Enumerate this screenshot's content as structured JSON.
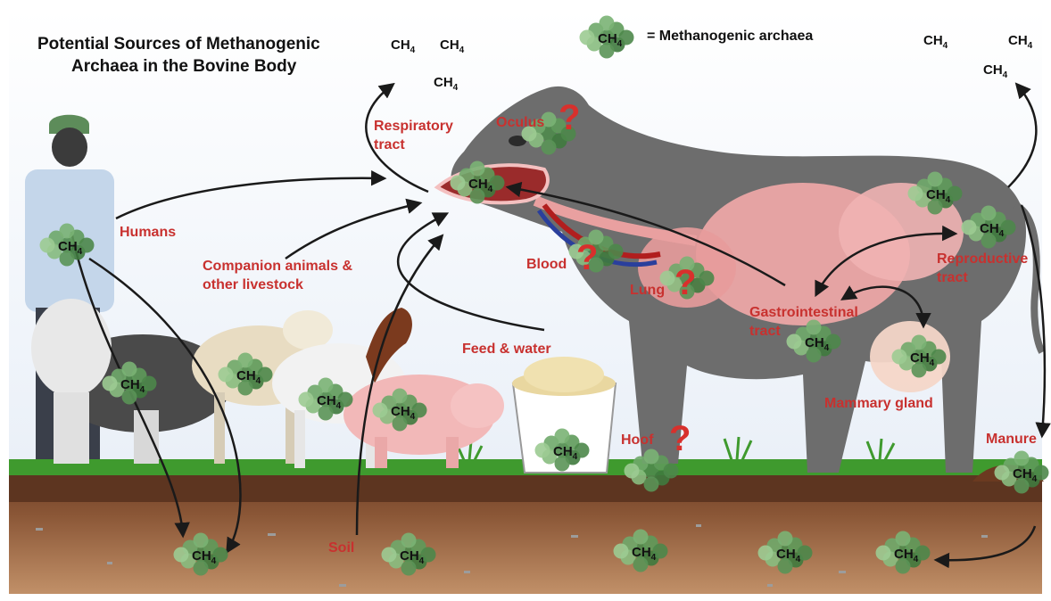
{
  "title_line1": "Potential Sources of Methanogenic",
  "title_line2": "Archaea in the Bovine Body",
  "legend": {
    "text": "= Methanogenic archaea",
    "cluster_ch4": "CH",
    "cluster_sub": "4"
  },
  "methane": {
    "main": "CH",
    "sub": "4"
  },
  "labels": {
    "respiratory1": "Respiratory",
    "respiratory2": "tract",
    "oculus": "Oculus",
    "humans": "Humans",
    "companion1": "Companion animals &",
    "companion2": "other livestock",
    "blood": "Blood",
    "lung": "Lung",
    "gi1": "Gastrointestinal",
    "gi2": "tract",
    "repro1": "Reproductive",
    "repro2": "tract",
    "feed": "Feed & water",
    "mammary": "Mammary gland",
    "hoof": "Hoof",
    "manure": "Manure",
    "soil": "Soil"
  },
  "question_mark": "?",
  "colors": {
    "label_red": "#c8312f",
    "archaea_green": "#5e9a5a",
    "grass": "#3f9a2e",
    "soil_top": "#7a4a2d",
    "soil_bottom": "#c1916a",
    "cow_gray": "#6d6d6d",
    "organ_pink": "#f2a9a9"
  }
}
